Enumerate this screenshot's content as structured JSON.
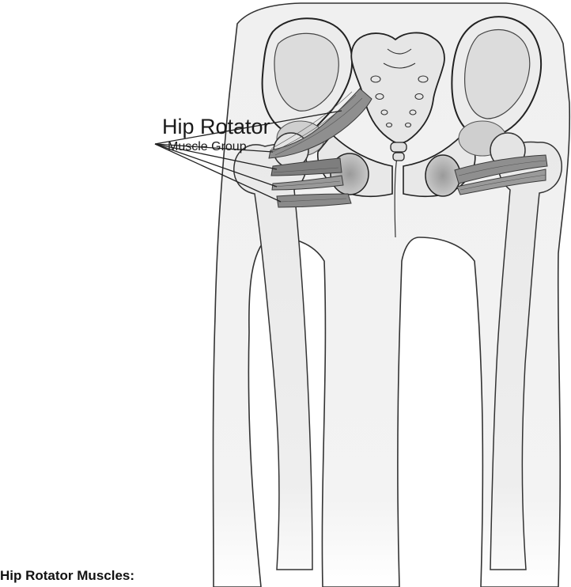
{
  "callout": {
    "title": "Hip Rotator",
    "subtitle": "Muscle Group"
  },
  "section": {
    "heading": "Hip Rotator Muscles:"
  },
  "colors": {
    "outline": "#222222",
    "bone_fill": "#eeeeee",
    "body_fill": "#f3f3f3",
    "muscle_fill": "#8f8f8f",
    "muscle_shadow": "#6a6a6a"
  }
}
